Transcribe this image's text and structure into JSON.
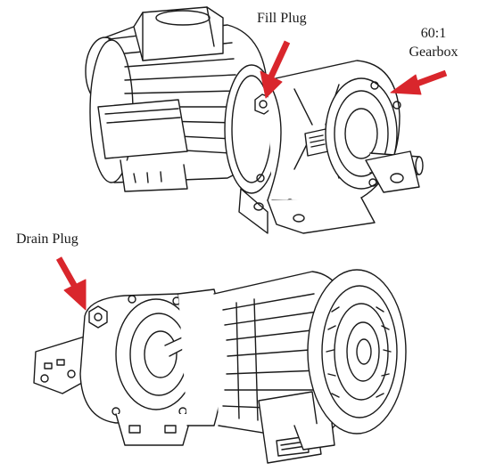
{
  "labels": {
    "fill_plug": "Fill Plug",
    "gearbox_ratio": "60:1",
    "gearbox_name": "Gearbox",
    "drain_plug": "Drain Plug"
  },
  "colors": {
    "arrow": "#d9262c",
    "line": "#1a1a1a",
    "background": "#ffffff"
  }
}
